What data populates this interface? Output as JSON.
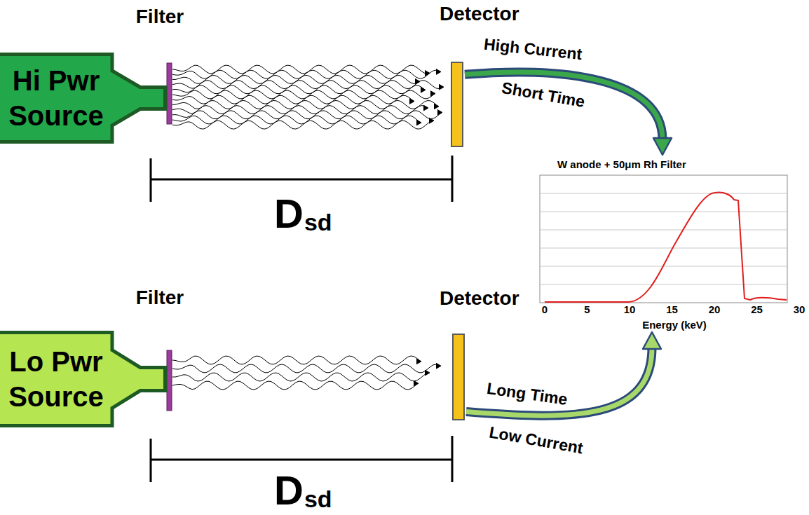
{
  "diagram": {
    "nodes": [
      {
        "text": [
          "Hi Pwr Source"
        ]
      },
      {
        "text": [
          "Detector"
        ]
      },
      {
        "text": [
          "W anode + 50μm Rh Filter"
        ]
      },
      {
        "text": [
          "Lo Pwr Source"
        ]
      },
      {
        "text": [
          "Detector"
        ]
      }
    ],
    "edges": [
      {
        "from": 1,
        "to": 2,
        "arrow": "to",
        "label": "High Current"
      },
      {
        "from": 4,
        "to": 2,
        "arrow": "to",
        "label": "Long Time"
      }
    ],
    "labels": [
      "Filter",
      "D",
      "sd",
      "Short Time",
      "Filter",
      "D",
      "sd",
      "Low Current",
      "0",
      "5",
      "10",
      "15",
      "20",
      "25",
      "30",
      "Energy (keV)"
    ]
  }
}
